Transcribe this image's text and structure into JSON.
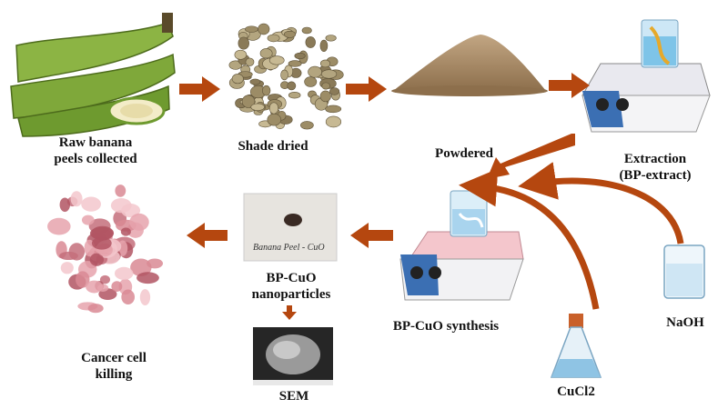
{
  "labels": {
    "raw_banana": "Raw banana\npeels collected",
    "shade_dried": "Shade dried",
    "powdered": "Powdered",
    "extraction": "Extraction\n(BP-extract)",
    "bp_cuo_np": "BP-CuO\nnanoparticles",
    "synthesis": "BP-CuO synthesis",
    "naoh": "NaOH",
    "cucl2": "CuCl2",
    "sem": "SEM",
    "cancer": "Cancer cell\nkilling"
  },
  "sample_text": "Banana Peel - CuO",
  "colors": {
    "arrow": "#b5470f",
    "banana_green": "#7fa83a",
    "powder": "#a5875f",
    "stirrer_blue": "#3b6fb3",
    "cell_pink": "#d98a94"
  }
}
